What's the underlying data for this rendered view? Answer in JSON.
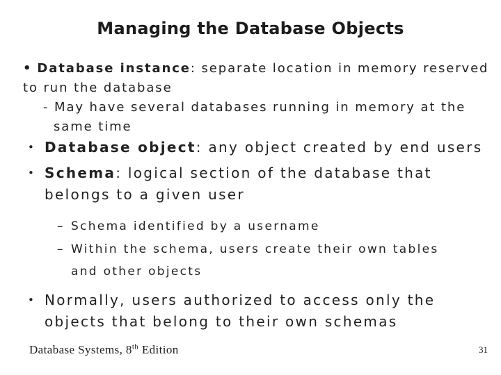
{
  "slide": {
    "title": "Managing the Database Objects",
    "body": {
      "instance": {
        "bullet": "•",
        "lead": "Database instance",
        "line1_rest": ": separate location in memory reserved",
        "line2": "to run the database",
        "sub_line1": "- May have several databases running in memory at the",
        "sub_line2": "same time"
      },
      "object": {
        "bullet": "•",
        "lead": "Database object",
        "rest": ": any object created by end users"
      },
      "schema": {
        "bullet": "•",
        "lead": "Schema",
        "line1_rest": ": logical section of the database that",
        "line2": "belongs to a given user"
      },
      "schema_subs": {
        "dash1": "–",
        "sub1": "Schema identified by a username",
        "dash2": "–",
        "sub2_line1": "Within the schema, users create their own tables",
        "sub2_line2": "and other objects"
      },
      "normally": {
        "bullet": "•",
        "line1": "Normally, users authorized to access only the",
        "line2": "objects that belong to their own schemas"
      }
    },
    "footer": {
      "book_title": "Database Systems, 8",
      "edition_superscript": "th",
      "edition_suffix": " Edition",
      "page_number": "31"
    },
    "colors": {
      "text": "#222222",
      "background": "#ffffff"
    }
  }
}
